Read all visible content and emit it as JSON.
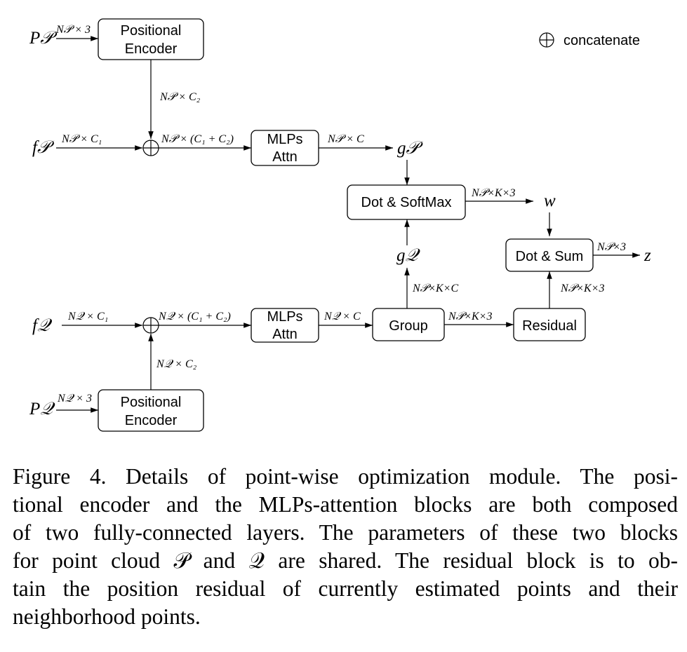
{
  "diagram": {
    "inputs": {
      "p_points": "P𝒫",
      "f_p": "f𝒫",
      "f_q": "f𝒬",
      "p_q": "P𝒬"
    },
    "blocks": {
      "pos_encoder_top": [
        "Positional",
        "Encoder"
      ],
      "mlp_attn_top": [
        "MLPs",
        "Attn"
      ],
      "dot_softmax": "Dot & SoftMax",
      "dot_sum": "Dot & Sum",
      "mlp_attn_bottom": [
        "MLPs",
        "Attn"
      ],
      "group": "Group",
      "residual": "Residual",
      "pos_encoder_bottom": [
        "Positional",
        "Encoder"
      ]
    },
    "edge_labels": {
      "pp_to_encoder": "N𝒫 × 3",
      "encoder_to_concat_top": "N𝒫 × C₂",
      "fp_to_concat": "N𝒫 × C₁",
      "concat_to_mlp_top": "N𝒫 × (C₁ + C₂)",
      "mlp_top_out": "N𝒫 × C",
      "softmax_out": "N𝒫×K×3",
      "dotsum_out": "N𝒫×3",
      "group_up": "N𝒫×K×C",
      "residual_up": "N𝒫×K×3",
      "fq_to_concat": "N𝒬 × C₁",
      "concat_to_mlp_bottom": "N𝒬 × (C₁ + C₂)",
      "mlp_bottom_out": "N𝒬 × C",
      "group_to_residual": "N𝒫×K×3",
      "encoder_to_concat_bottom": "N𝒬 × C₂",
      "pq_to_encoder": "N𝒬 × 3"
    },
    "nodes": {
      "g_p": "g𝒫",
      "g_q": "g𝒬",
      "w": "w",
      "z": "z"
    },
    "legend": {
      "symbol": "⊕",
      "text": "concatenate"
    }
  },
  "caption": {
    "lines": [
      "Figure 4.  Details of point-wise optimization module.  The posi-",
      "tional encoder and the MLPs-attention blocks are both composed",
      "of two fully-connected layers. The parameters of these two blocks",
      "for point cloud 𝒫 and 𝒬 are shared. The residual block is to ob-",
      "tain the position residual of currently estimated points and their",
      "neighborhood points."
    ]
  }
}
